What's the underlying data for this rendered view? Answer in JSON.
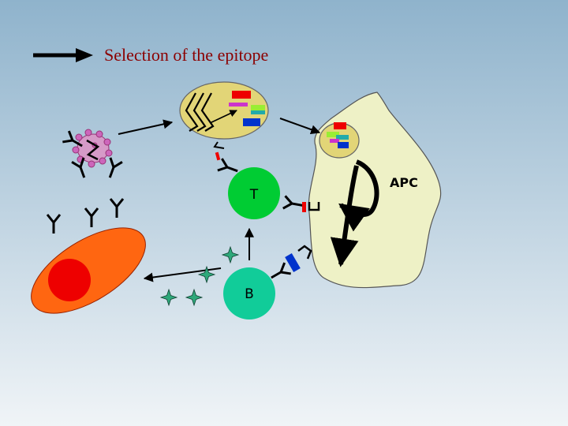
{
  "title": "Selection of the epitope",
  "labels": {
    "t_cell": "T",
    "b_cell": "B",
    "apc": "APC"
  },
  "colors": {
    "background_top": "#8fb3cc",
    "background_bottom": "#f0f4f7",
    "title_text": "#8b0000",
    "vesicle": "#e2d577",
    "apc_fill": "#eef1c6",
    "t_cell": "#00cc33",
    "b_cell": "#11cc99",
    "plasma_cell": "#ff6611",
    "plasma_nucleus": "#ee0000",
    "antibody_secreted": "#2ea87a",
    "antigen": "#cc66bb",
    "epitope_red": "#ee0000",
    "epitope_blue": "#0033cc",
    "epitope_magenta": "#cc33cc",
    "epitope_teal": "#22aaaa",
    "epitope_lime": "#99ee33"
  },
  "icons": {
    "legend_arrow": "right-arrow-icon",
    "antibody": "y-shaped-antibody-icon",
    "antigen": "spiky-antigen-icon",
    "secreted_antibody": "four-point-star-icon"
  }
}
